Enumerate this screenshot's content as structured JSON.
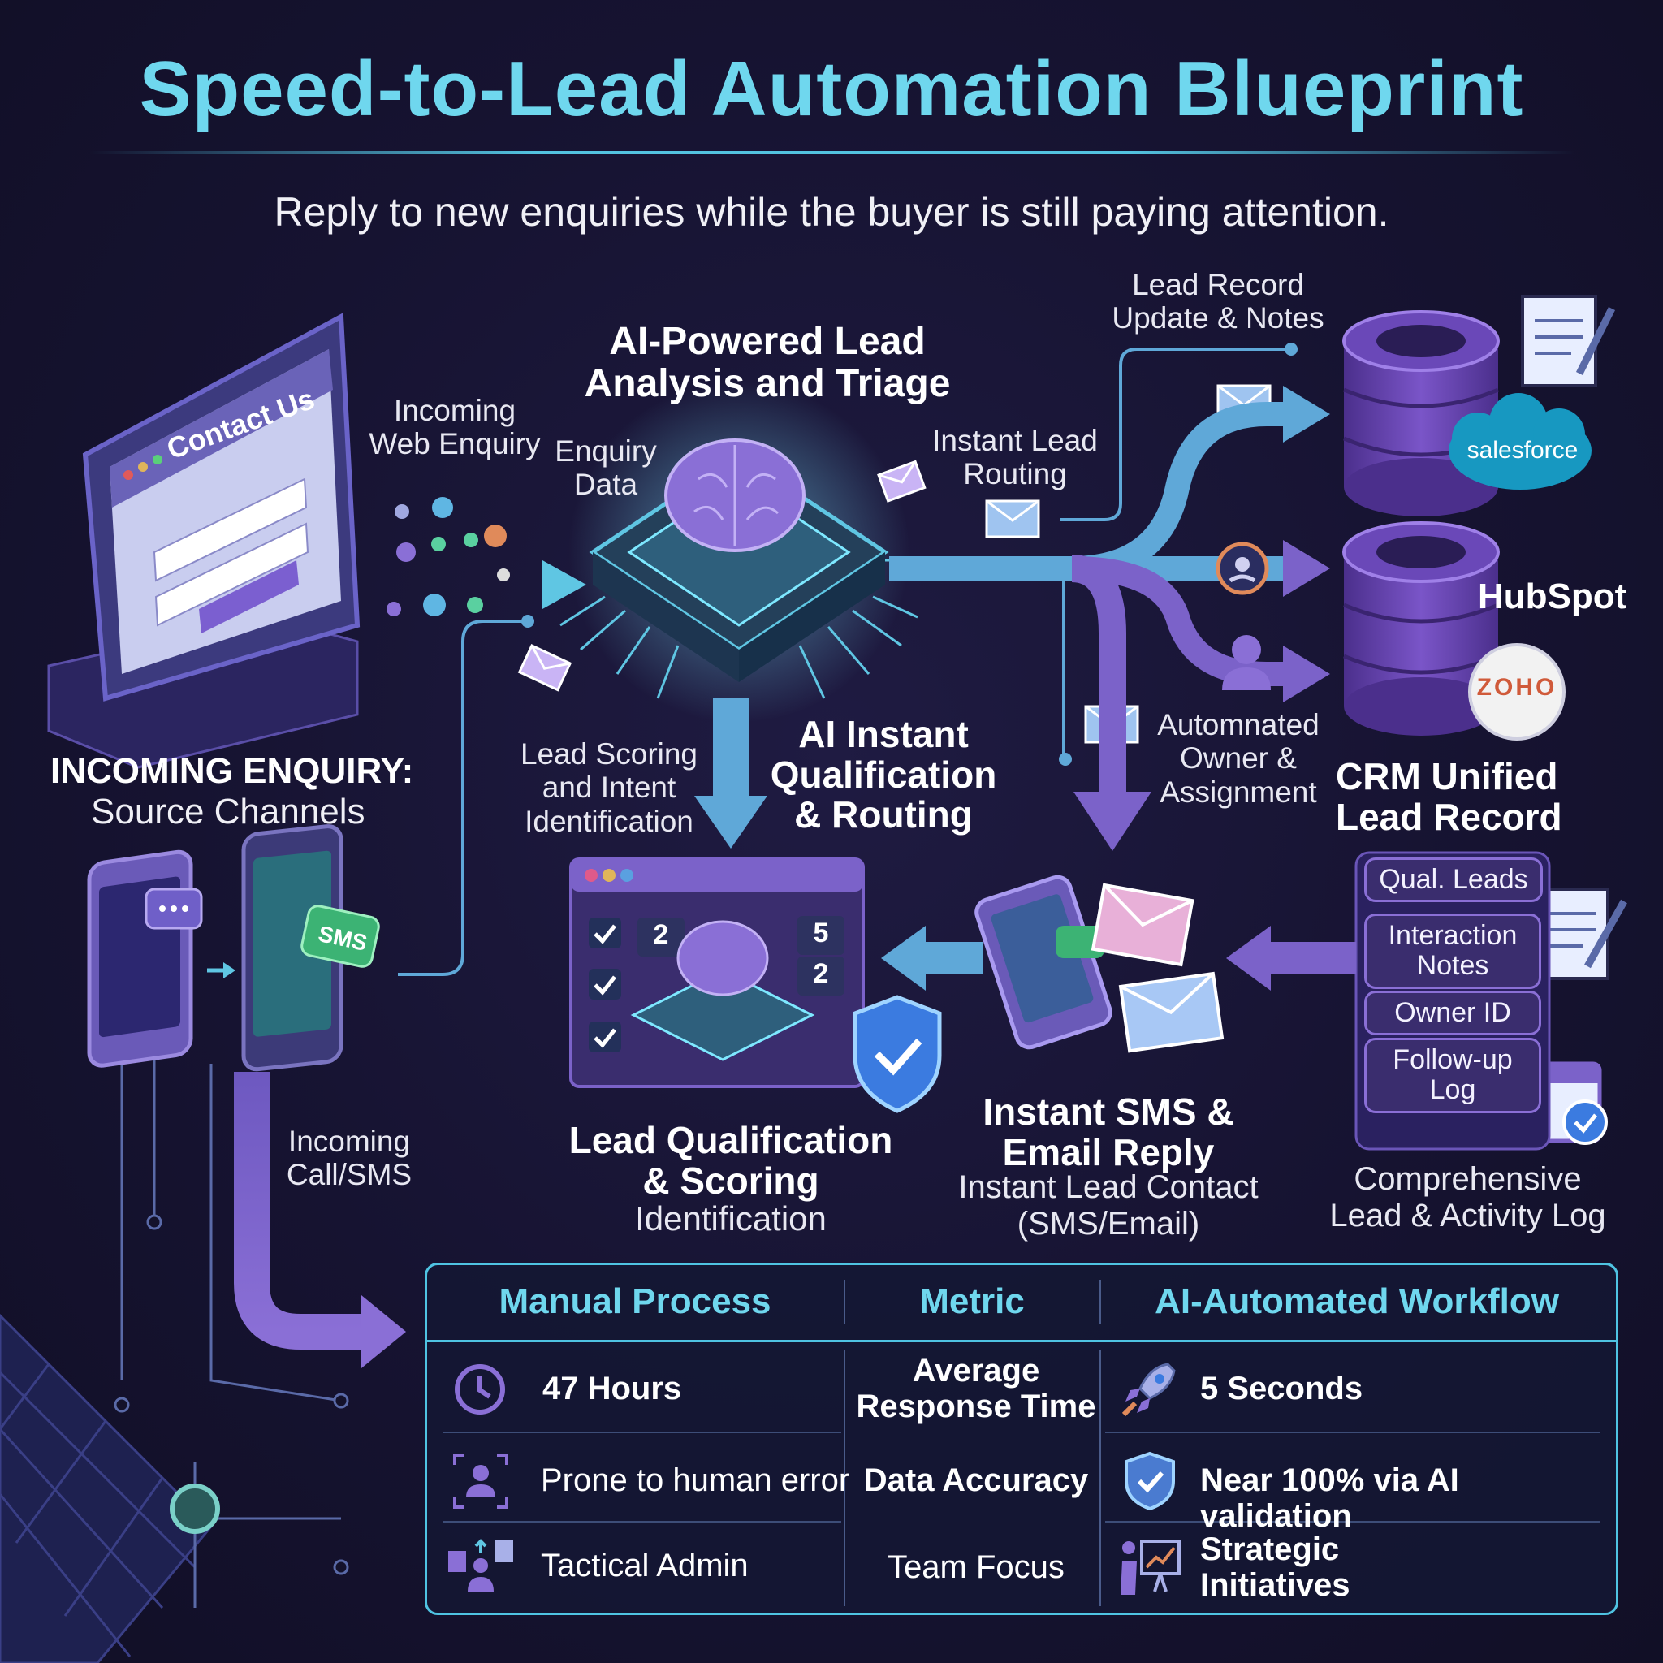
{
  "header": {
    "title": "Speed-to-Lead Automation Blueprint",
    "subtitle": "Reply to new enquiries while the buyer is still paying attention."
  },
  "source": {
    "screen_heading": "Contact Us",
    "heading": "INCOMING ENQUIRY:",
    "subheading": "Source Channels",
    "web_label": "Incoming Web Enquiry",
    "call_label": "Incoming Call/SMS",
    "sms_badge": "SMS"
  },
  "ai": {
    "heading": "AI-Powered Lead Analysis and Triage",
    "enquiry_data": "Enquiry Data",
    "routing_label": "Instant Lead Routing",
    "scoring_label": "Lead Scoring and Intent Identification",
    "qualification_heading": "AI Instant Qualification & Routing"
  },
  "crm": {
    "update_label": "Lead Record Update & Notes",
    "assignment_label": "Automnated Owner & Assignment",
    "heading": "CRM Unified Lead Record",
    "brands": [
      "salesforce",
      "HubSpot",
      "ZOHO"
    ],
    "fields": [
      "Qual. Leads",
      "Interaction Notes",
      "Owner ID",
      "Follow-up Log"
    ],
    "log_label": "Comprehensive Lead & Activity Log"
  },
  "reply": {
    "heading": "Instant SMS & Email Reply",
    "sub": "Instant Lead Contact (SMS/Email)"
  },
  "qualification": {
    "heading": "Lead Qualification & Scoring",
    "sub": "Identification",
    "scores": [
      "2",
      "5",
      "2"
    ]
  },
  "comparison": {
    "headers": [
      "Manual Process",
      "Metric",
      "AI-Automated Workflow"
    ],
    "rows": [
      {
        "manual": "47 Hours",
        "metric": "Average Response Time",
        "ai": "5 Seconds",
        "manual_icon": "clock-icon",
        "ai_icon": "rocket-icon"
      },
      {
        "manual": "Prone to human error",
        "metric": "Data Accuracy",
        "ai": "Near 100% via AI validation",
        "manual_icon": "person-focus-icon",
        "ai_icon": "shield-check-icon"
      },
      {
        "manual": "Tactical Admin",
        "metric": "Team Focus",
        "ai": "Strategic Initiatives",
        "manual_icon": "admin-tasks-icon",
        "ai_icon": "presentation-icon"
      }
    ]
  },
  "colors": {
    "background": "#161331",
    "accent_cyan": "#6fd7ee",
    "accent_purple": "#8a6fd6",
    "arrow_purple": "#7b62c9"
  }
}
